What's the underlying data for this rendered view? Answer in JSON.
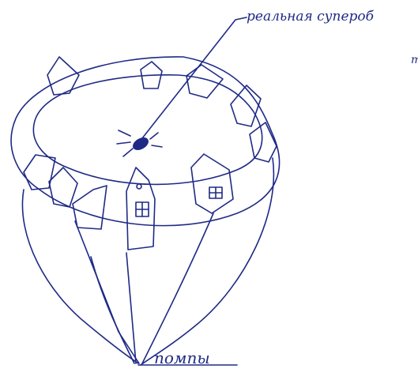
{
  "drawing": {
    "ink_color": "#1f2a86",
    "background_color": "#ffffff",
    "labels": {
      "top_right_line1": "реальная супероб",
      "top_right_line2": "т",
      "bottom": "помпы"
    }
  }
}
